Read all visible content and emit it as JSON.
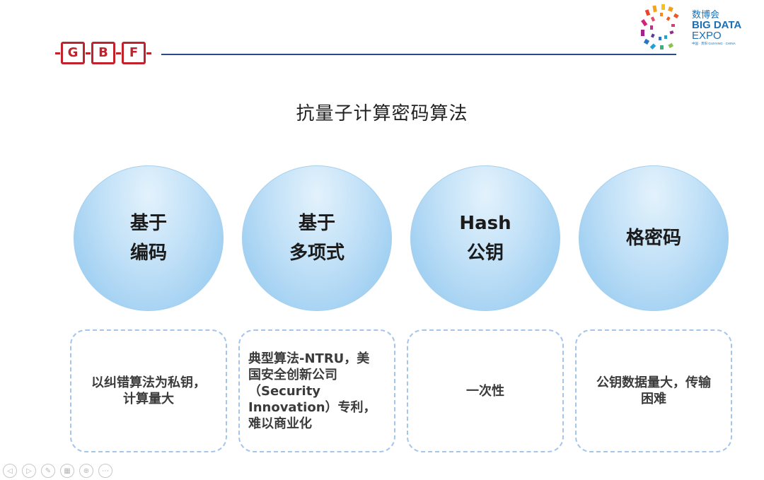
{
  "header": {
    "gbf_letters": [
      "G",
      "B",
      "F"
    ],
    "expo_cn": "数博会",
    "expo_en_line1": "BIG DATA",
    "expo_en_line2": "EXPO",
    "expo_small": "中国 · 贵阳 GUIYANG · CHINA"
  },
  "slide": {
    "title": "抗量子计算密码算法",
    "circles": [
      {
        "label": "基于\n编码"
      },
      {
        "label": "基于\n多项式"
      },
      {
        "label": "Hash\n公钥"
      },
      {
        "label": "格密码"
      }
    ],
    "cards": [
      {
        "text": "以纠错算法为私钥，\n计算量大"
      },
      {
        "text": "典型算法-NTRU，美\n国安全创新公司\n（Security\nInnovation）专利，\n难以商业化"
      },
      {
        "text": "一次性"
      },
      {
        "text": "公钥数据量大，传输\n困难"
      }
    ]
  },
  "controls": [
    "prev-icon",
    "next-icon",
    "pen-icon",
    "slides-icon",
    "zoom-icon",
    "more-icon"
  ],
  "colors": {
    "brand_red": "#c1222c",
    "line_blue": "#2a4a8a",
    "circle_blue": "#a9d4f3",
    "card_border": "#a5c5ea"
  }
}
